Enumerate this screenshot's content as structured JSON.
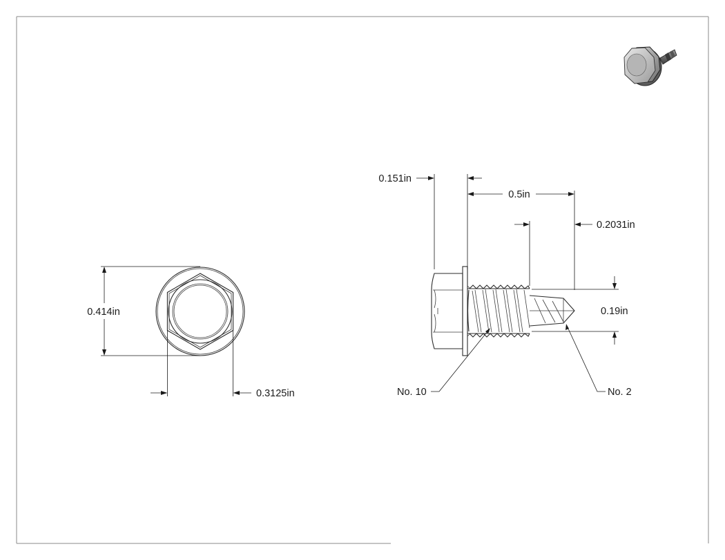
{
  "dimensions": {
    "head_flange_diameter": "0.414in",
    "hex_across_flats": "0.3125in",
    "head_height": "0.151in",
    "length": "0.5in",
    "drill_point_length": "0.2031in",
    "thread_major_diameter": "0.19in"
  },
  "callouts": {
    "thread_size": "No. 10",
    "drill_point_size": "No. 2"
  },
  "colors": {
    "line": "#2a2a2a",
    "frame": "#8a8a8a",
    "background": "#ffffff"
  }
}
